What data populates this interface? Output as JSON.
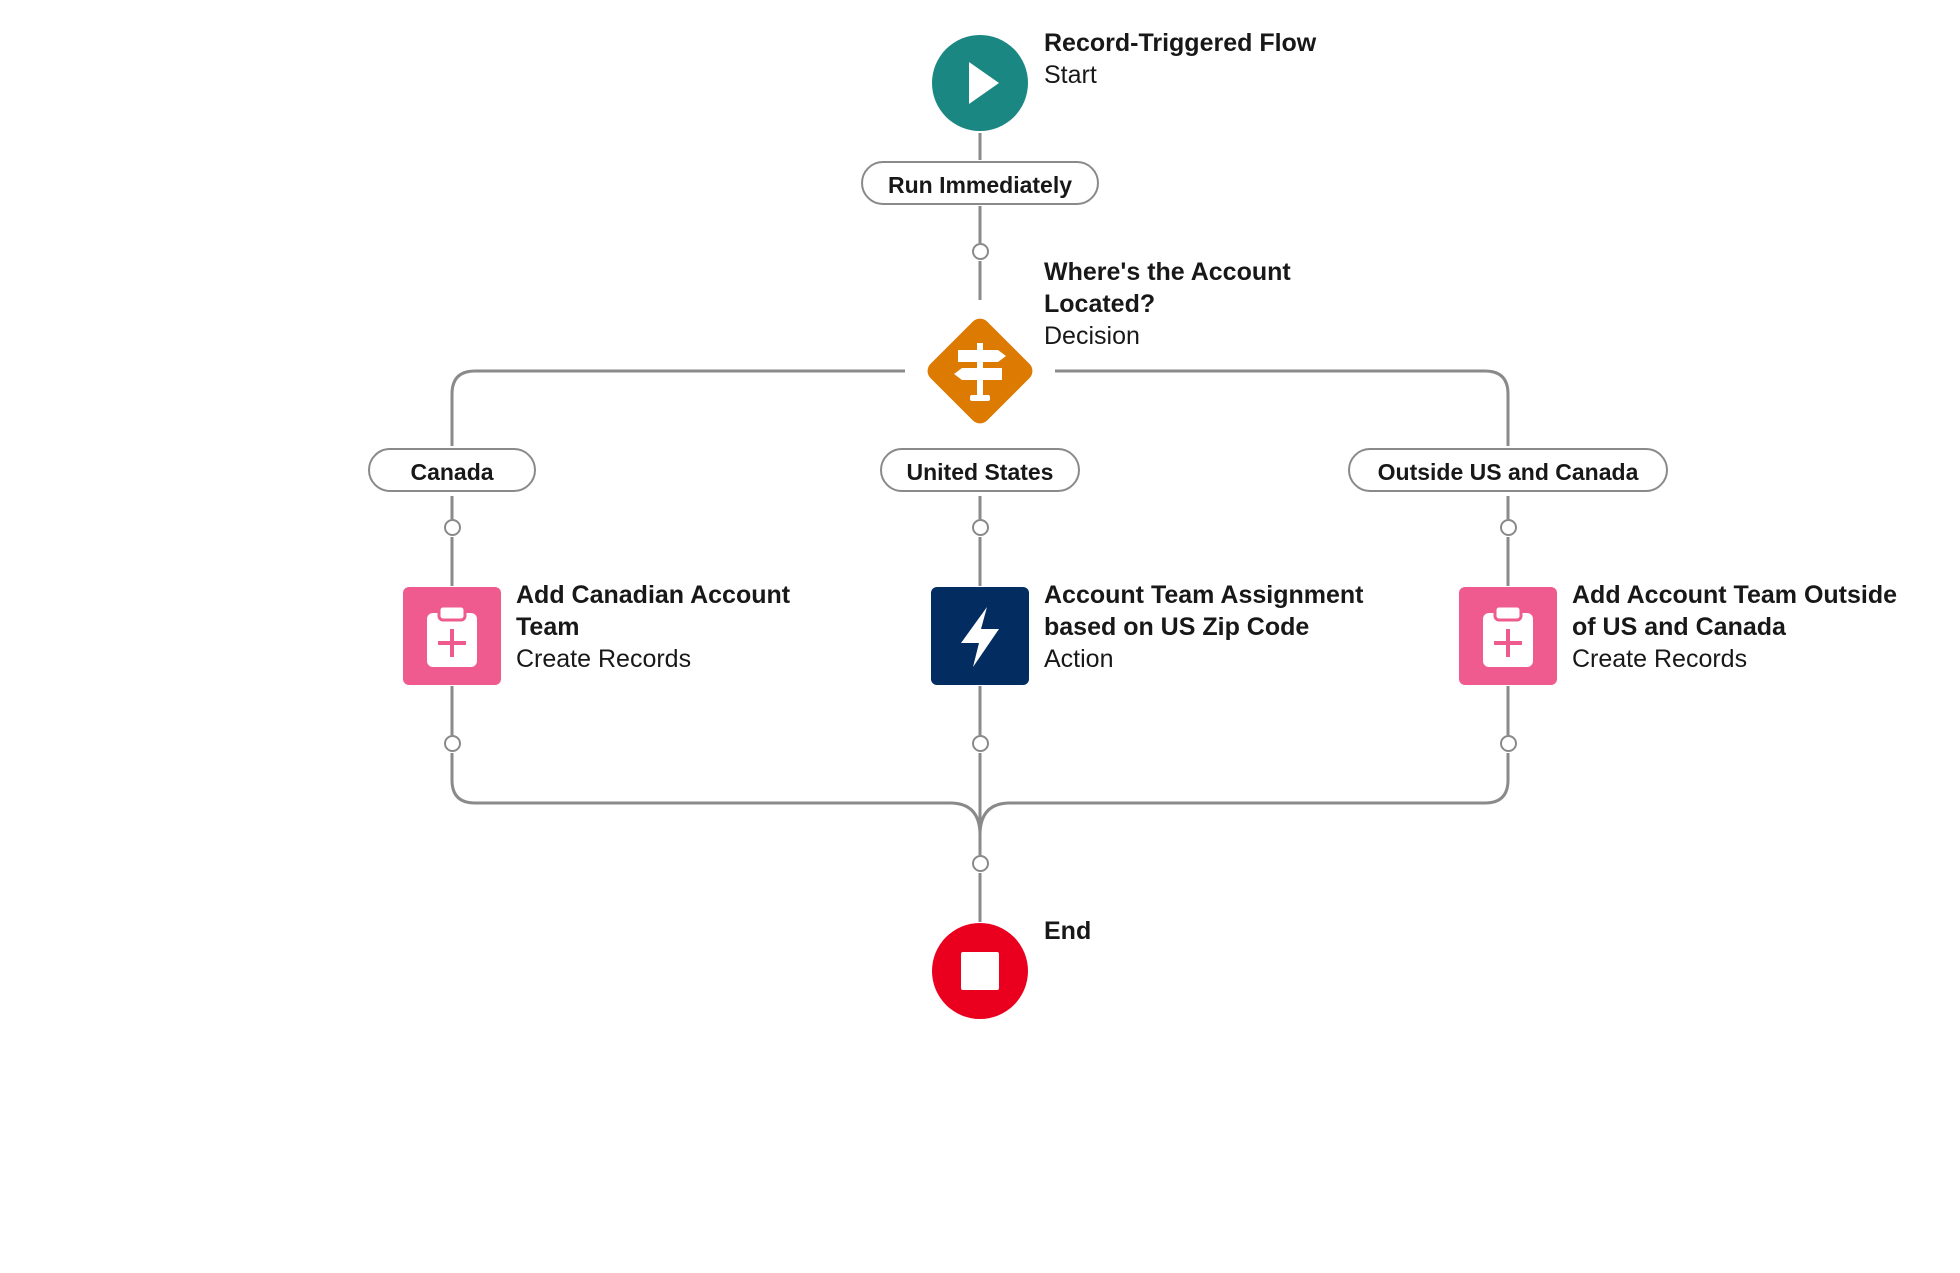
{
  "colors": {
    "start": "#1a8782",
    "decision": "#dd7a01",
    "create": "#ef5b8e",
    "action": "#032d60",
    "end": "#ea001e",
    "connector": "#8a8a8a"
  },
  "start": {
    "title": "Record-Triggered Flow",
    "subtitle": "Start",
    "icon": "play-icon"
  },
  "schedule": {
    "label": "Run Immediately"
  },
  "decision": {
    "title_line1": "Where's the Account",
    "title_line2": "Located?",
    "subtitle": "Decision",
    "icon": "signpost-icon"
  },
  "outcomes": [
    {
      "label": "Canada",
      "element": {
        "title_line1": "Add Canadian Account",
        "title_line2": "Team",
        "subtitle": "Create Records",
        "icon": "clipboard-add-icon"
      }
    },
    {
      "label": "United States",
      "element": {
        "title_line1": "Account Team Assignment",
        "title_line2": "based on US Zip Code",
        "subtitle": "Action",
        "icon": "lightning-bolt-icon"
      }
    },
    {
      "label": "Outside US and Canada",
      "element": {
        "title_line1": "Add Account Team Outside",
        "title_line2": "of US and Canada",
        "subtitle": "Create Records",
        "icon": "clipboard-add-icon"
      }
    }
  ],
  "end": {
    "title": "End",
    "icon": "stop-icon"
  }
}
